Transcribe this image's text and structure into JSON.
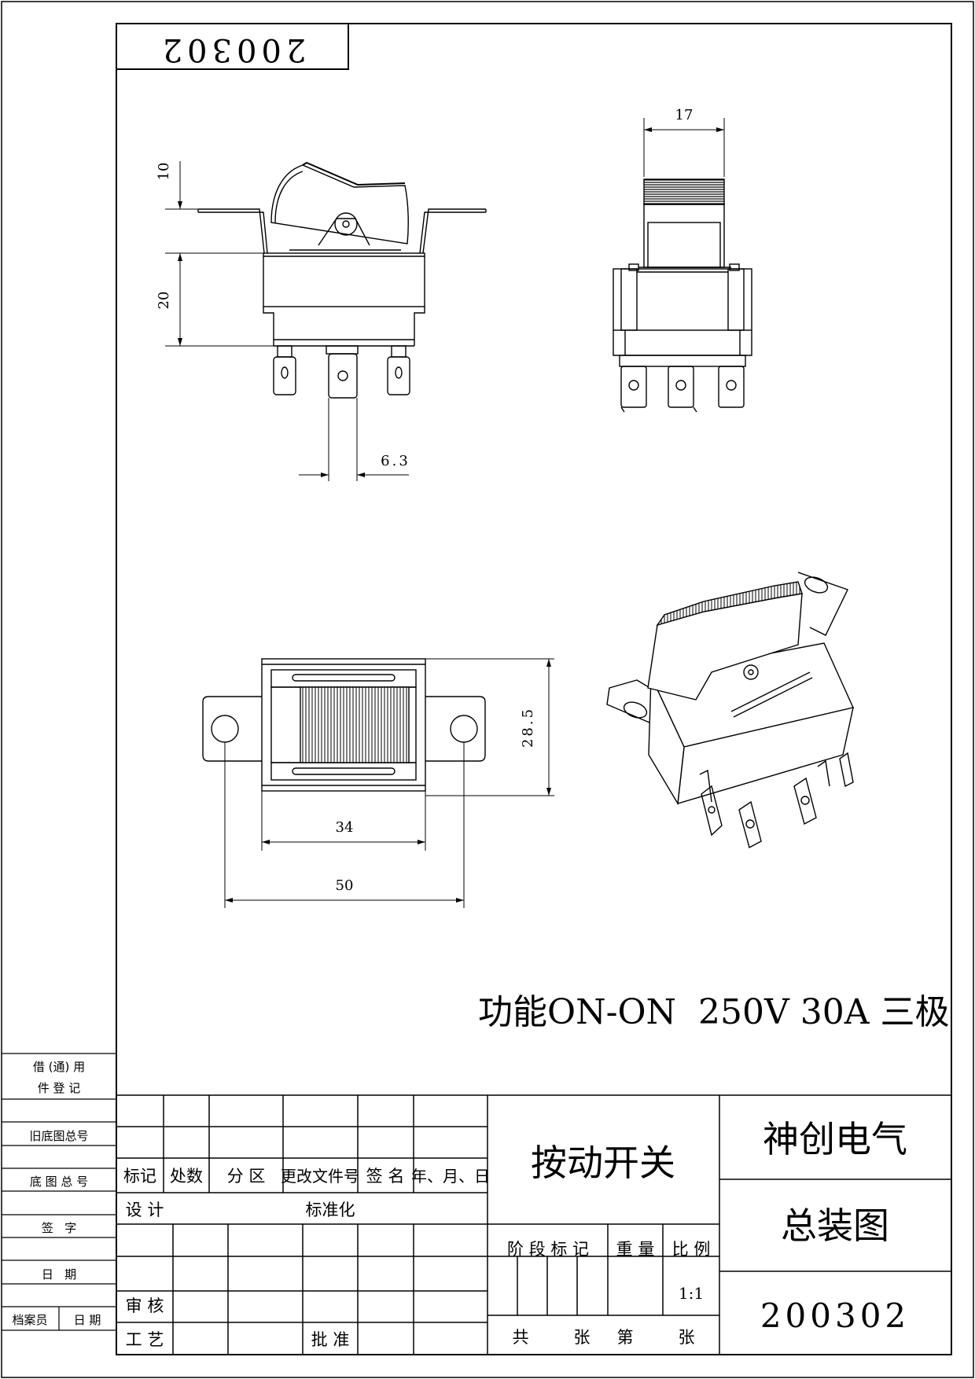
{
  "drawing_number_header": "200302",
  "dimensions": {
    "d10": "10",
    "d20": "20",
    "d6_3": "6.3",
    "d17": "17",
    "d28_5": "28.5",
    "d34": "34",
    "d50": "50"
  },
  "spec_line": "功能ON-ON  250V 30A 三极",
  "left_strip": {
    "borrow_line1": "借 (通) 用",
    "borrow_line2": "件 登 记",
    "old_base_no": "旧底图总号",
    "base_no": "底 图 总 号",
    "signature": "签   字",
    "date": "日   期",
    "archivist": "档案员",
    "archivist_date": "日 期"
  },
  "revision_table": {
    "headers": [
      "标记",
      "处数",
      "分 区",
      "更改文件号",
      "签 名",
      "年、月、日"
    ],
    "design": "设 计",
    "standardize": "标准化",
    "review": "审 核",
    "process": "工 艺",
    "approve": "批 准"
  },
  "title_block": {
    "product_name": "按动开关",
    "company": "神创电气",
    "drawing_type": "总装图",
    "drawing_number": "200302",
    "stage_mark": "阶 段 标 记",
    "weight": "重 量",
    "scale_label": "比 例",
    "scale_value": "1:1",
    "total": "共",
    "sheets": "张",
    "sheet_no": "第",
    "sheets2": "张"
  }
}
